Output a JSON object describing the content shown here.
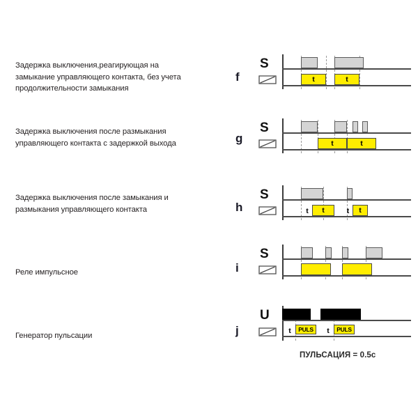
{
  "rows": [
    {
      "letter": "f",
      "signal_label": "S",
      "description_lines": [
        "Задержка выключения,реагирующая на",
        "замыкание управляющего контакта, без учета",
        "продолжительности замыкания"
      ],
      "output_labels": [
        "t",
        "t"
      ]
    },
    {
      "letter": "g",
      "signal_label": "S",
      "description_lines": [
        "Задержка выключения после размыкания",
        "управляющего контакта с задержкой выхода"
      ],
      "output_labels": [
        "t",
        "t"
      ]
    },
    {
      "letter": "h",
      "signal_label": "S",
      "description_lines": [
        "Задержка выключения после замыкания и",
        "размыкания управляющего контакта"
      ],
      "output_labels": [
        "t",
        "t",
        "t",
        "t"
      ]
    },
    {
      "letter": "i",
      "signal_label": "S",
      "description_lines": [
        "Реле импульсное"
      ],
      "output_labels": []
    },
    {
      "letter": "j",
      "signal_label": "U",
      "description_lines": [
        "Генератор пульсации"
      ],
      "output_labels": [
        "t",
        "PULS",
        "t",
        "PULS"
      ]
    }
  ],
  "caption": "ПУЛЬСАЦИЯ = 0.5c",
  "icons": {
    "contact": "switch-contact-icon"
  },
  "colors": {
    "output_yellow": "#ffed00",
    "input_gray": "#d4d4d4",
    "input_black": "#000000",
    "line": "#4a4a4a",
    "text": "#231f20"
  },
  "chart_data": {
    "type": "line",
    "title": "Timing relay function diagrams",
    "xlabel": "",
    "ylabel": "",
    "series": [
      {
        "name": "f-input-S",
        "pulses": [
          {
            "start": 27,
            "width": 24
          },
          {
            "start": 75,
            "width": 42
          }
        ]
      },
      {
        "name": "f-output",
        "blocks": [
          {
            "start": 27,
            "width": 36,
            "label": "t"
          },
          {
            "start": 75,
            "width": 36,
            "label": "t"
          }
        ]
      },
      {
        "name": "g-input-S",
        "pulses": [
          {
            "start": 27,
            "width": 24
          },
          {
            "start": 75,
            "width": 18
          },
          {
            "start": 101,
            "width": 8
          },
          {
            "start": 115,
            "width": 8
          }
        ]
      },
      {
        "name": "g-output",
        "blocks": [
          {
            "start": 51,
            "width": 42,
            "label": "t"
          },
          {
            "start": 93,
            "width": 42,
            "label": "t"
          }
        ]
      },
      {
        "name": "h-input-S",
        "pulses": [
          {
            "start": 27,
            "width": 32
          },
          {
            "start": 93,
            "width": 8
          }
        ]
      },
      {
        "name": "h-output",
        "blocks": [
          {
            "start": 43,
            "width": 32,
            "label": "t"
          },
          {
            "start": 101,
            "width": 22,
            "label": "t"
          }
        ],
        "text_marks": [
          {
            "start": 29,
            "label": "t"
          },
          {
            "start": 88,
            "label": "t"
          }
        ]
      },
      {
        "name": "i-input-S",
        "pulses": [
          {
            "start": 27,
            "width": 17
          },
          {
            "start": 62,
            "width": 9
          },
          {
            "start": 86,
            "width": 9
          },
          {
            "start": 120,
            "width": 24
          }
        ]
      },
      {
        "name": "i-output",
        "blocks": [
          {
            "start": 27,
            "width": 43,
            "label": ""
          },
          {
            "start": 86,
            "width": 43,
            "label": ""
          }
        ]
      },
      {
        "name": "j-input-U",
        "pulses": [
          {
            "start": 0,
            "width": 41
          },
          {
            "start": 55,
            "width": 58
          }
        ]
      },
      {
        "name": "j-output",
        "blocks": [
          {
            "start": 19,
            "width": 30,
            "label": "PULS"
          },
          {
            "start": 74,
            "width": 30,
            "label": "PULS"
          }
        ],
        "text_marks": [
          {
            "start": 8,
            "label": "t"
          },
          {
            "start": 63,
            "label": "t"
          }
        ]
      }
    ]
  }
}
